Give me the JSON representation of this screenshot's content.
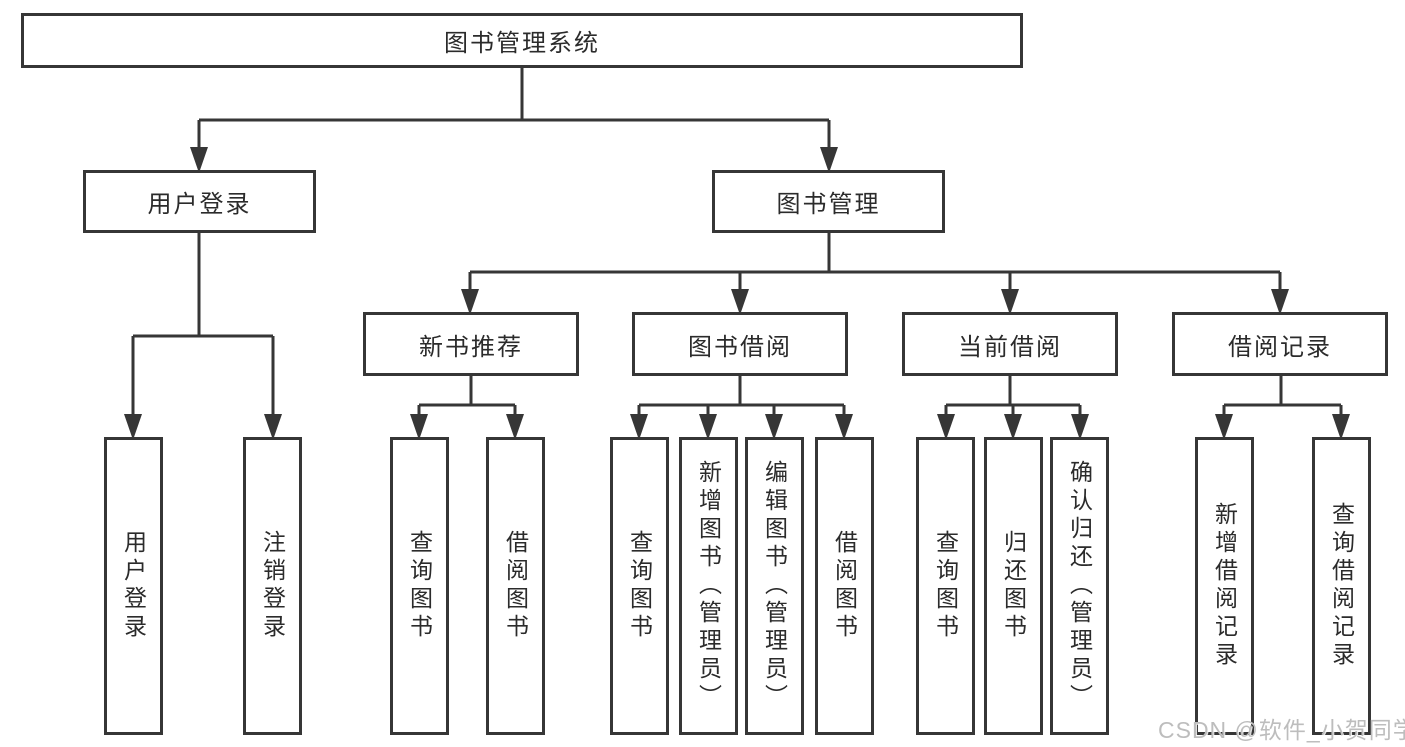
{
  "diagram": {
    "root": {
      "label": "图书管理系统"
    },
    "level2": [
      {
        "label": "用户登录"
      },
      {
        "label": "图书管理"
      }
    ],
    "level3": [
      {
        "label": "新书推荐"
      },
      {
        "label": "图书借阅"
      },
      {
        "label": "当前借阅"
      },
      {
        "label": "借阅记录"
      }
    ],
    "leaves": {
      "user_login": [
        {
          "label": "用户登录"
        },
        {
          "label": "注销登录"
        }
      ],
      "new_book_recommend": [
        {
          "label": "查询图书"
        },
        {
          "label": "借阅图书"
        }
      ],
      "book_borrow": [
        {
          "label": "查询图书"
        },
        {
          "label": "新增图书（管理员）"
        },
        {
          "label": "编辑图书（管理员）"
        },
        {
          "label": "借阅图书"
        }
      ],
      "current_borrow": [
        {
          "label": "查询图书"
        },
        {
          "label": "归还图书"
        },
        {
          "label": "确认归还（管理员）"
        }
      ],
      "borrow_records": [
        {
          "label": "新增借阅记录"
        },
        {
          "label": "查询借阅记录"
        }
      ]
    }
  },
  "watermark": {
    "text": "CSDN @软件_小贺同学"
  },
  "colors": {
    "line": "#363636",
    "text": "#2b2b2b",
    "watermark": "#bdbdbd",
    "background": "#ffffff"
  }
}
